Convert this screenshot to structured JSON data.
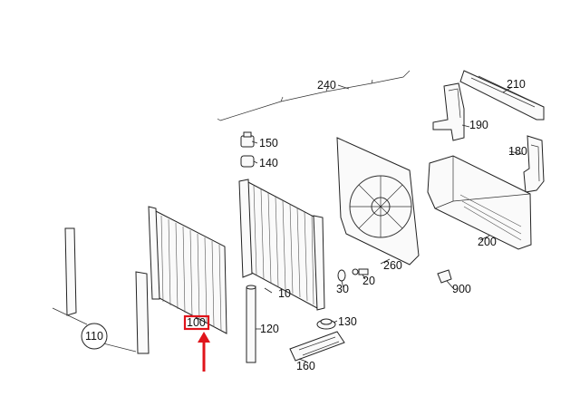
{
  "diagram": {
    "labels": {
      "p10": "10",
      "p20": "20",
      "p30": "30",
      "p100": "100",
      "p110": "110",
      "p120": "120",
      "p130": "130",
      "p140": "140",
      "p150": "150",
      "p160": "160",
      "p180": "180",
      "p190": "190",
      "p200": "200",
      "p210": "210",
      "p240": "240",
      "p260": "260",
      "p900": "900"
    },
    "highlighted_part": "100",
    "highlight_color": "#e0141b"
  }
}
